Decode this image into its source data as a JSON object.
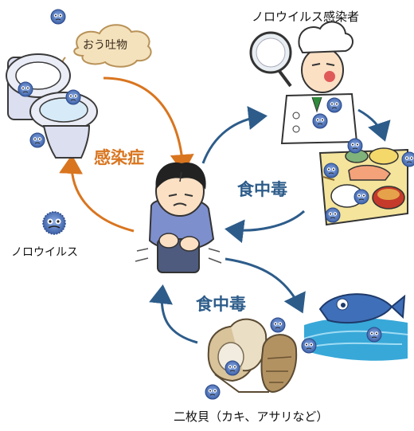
{
  "labels": {
    "carrier": "ノロウイルス感染者",
    "vomit": "おう吐物",
    "infection": "感染症",
    "food_poisoning_upper": "食中毒",
    "food_poisoning_lower": "食中毒",
    "norovirus": "ノロウイルス",
    "bivalves": "二枚貝（カキ、アサリなど）"
  },
  "colors": {
    "orange_arrow": "#d9751f",
    "blue_arrow": "#2d5c8a",
    "virus": "#4a6fb3"
  },
  "icons": [
    "toilet-icon",
    "patient-boy-icon",
    "cook-icon",
    "meal-tray-icon",
    "fish-icon",
    "oyster-icon",
    "norovirus-icon"
  ]
}
